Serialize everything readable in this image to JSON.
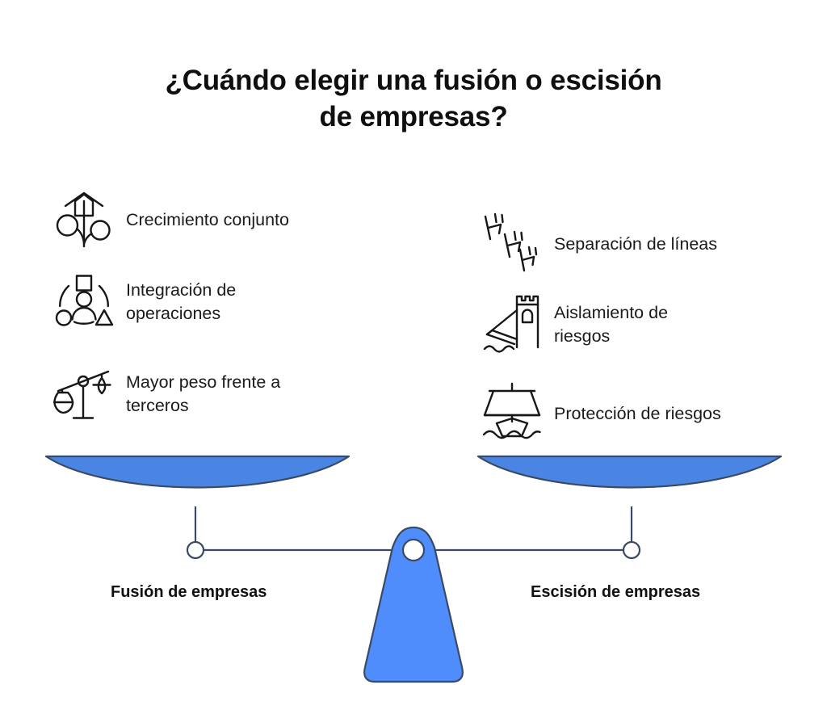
{
  "title": {
    "line1": "¿Cuándo elegir una fusión o escisión",
    "line2": "de empresas?"
  },
  "colors": {
    "pan_fill": "#4a85e4",
    "fulcrum_fill": "#4e8dfb",
    "outline": "#3a4a63",
    "text": "#1b1b1d",
    "title_text": "#0f0f10",
    "icon_stroke": "#17171a",
    "background": "#ffffff"
  },
  "left_side": {
    "caption": "Fusión de empresas",
    "items": [
      {
        "icon": "growth-plant-arrow-icon",
        "label": "Crecimiento conjunto"
      },
      {
        "icon": "person-shapes-integration-icon",
        "label": "Integración de\noperaciones"
      },
      {
        "icon": "balance-scales-icon",
        "label": "Mayor peso frente a\nterceros"
      }
    ]
  },
  "right_side": {
    "caption": "Escisión de empresas",
    "items": [
      {
        "icon": "separated-branches-icon",
        "label": "Separación de líneas"
      },
      {
        "icon": "castle-tower-drawbridge-icon",
        "label": "Aislamiento de\nriesgos"
      },
      {
        "icon": "boat-canopy-waves-icon",
        "label": "Protección de riesgos"
      }
    ]
  },
  "scale": {
    "name": "balance-scale-graphic",
    "left_pan": "left-scale-pan",
    "right_pan": "right-scale-pan",
    "beam": "scale-beam",
    "fulcrum": "scale-fulcrum"
  }
}
